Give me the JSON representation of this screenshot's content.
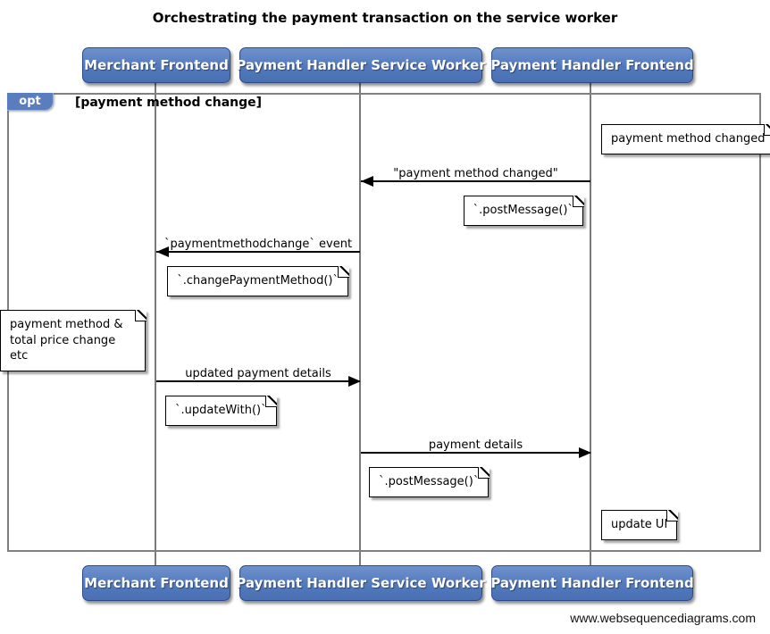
{
  "title": "Orchestrating the payment transaction on the service worker",
  "watermark": "www.websequencediagrams.com",
  "actors": [
    {
      "name": "Merchant Frontend"
    },
    {
      "name": "Payment Handler Service Worker"
    },
    {
      "name": "Payment Handler Frontend"
    }
  ],
  "frame": {
    "operator": "opt",
    "guard": "[payment method change]"
  },
  "messages": [
    {
      "label": "\"payment method changed\"",
      "from": "Payment Handler Frontend",
      "to": "Payment Handler Service Worker",
      "direction": "left"
    },
    {
      "label": "`paymentmethodchange` event",
      "from": "Payment Handler Service Worker",
      "to": "Merchant Frontend",
      "direction": "left"
    },
    {
      "label": "updated payment details",
      "from": "Merchant Frontend",
      "to": "Payment Handler Service Worker",
      "direction": "right"
    },
    {
      "label": "payment details",
      "from": "Payment Handler Service Worker",
      "to": "Payment Handler Frontend",
      "direction": "right"
    }
  ],
  "notes": [
    {
      "text": "payment method changed",
      "anchor": "Payment Handler Frontend"
    },
    {
      "text": "`.postMessage()`",
      "anchor": "Payment Handler Frontend"
    },
    {
      "text": "`.changePaymentMethod()`",
      "anchor": "Payment Handler Service Worker"
    },
    {
      "text": "payment method &\ntotal price change etc",
      "anchor": "Merchant Frontend"
    },
    {
      "text": "`.updateWith()`",
      "anchor": "Merchant Frontend"
    },
    {
      "text": "`.postMessage()`",
      "anchor": "Payment Handler Service Worker"
    },
    {
      "text": "update UI",
      "anchor": "Payment Handler Frontend"
    }
  ],
  "colors": {
    "actor-fill-top": "#6f92cd",
    "actor-fill-mid": "#5379bd",
    "actor-fill-bottom": "#4a70b4",
    "actor-border": "#2d4a86",
    "tab-fill": "#5a7dbe",
    "frame-border": "#808080",
    "lifeline": "#7a7a7a",
    "arrow": "#000000",
    "note-bg": "#ffffff"
  }
}
